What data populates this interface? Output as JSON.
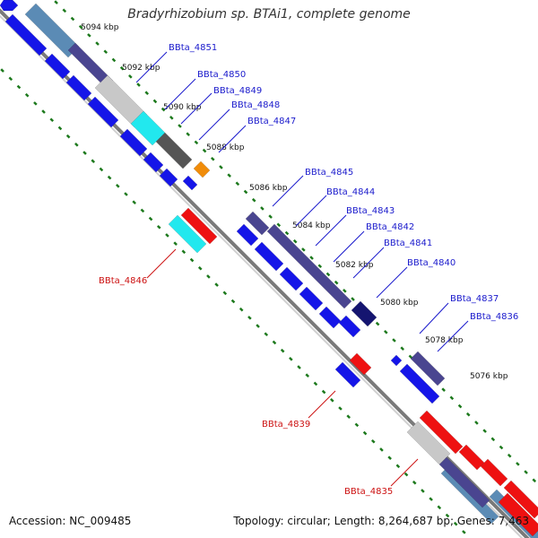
{
  "title": "Bradyrhizobium sp. BTAi1, complete genome",
  "footer": {
    "accession": "Accession: NC_009485",
    "summary": "Topology: circular; Length: 8,264,687 bp; Genes: 7,463"
  },
  "ticks": [
    {
      "label": "5094 kbp"
    },
    {
      "label": "5092 kbp"
    },
    {
      "label": "5090 kbp"
    },
    {
      "label": "5088 kbp"
    },
    {
      "label": "5086 kbp"
    },
    {
      "label": "5084 kbp"
    },
    {
      "label": "5082 kbp"
    },
    {
      "label": "5080 kbp"
    },
    {
      "label": "5078 kbp"
    },
    {
      "label": "5076 kbp"
    }
  ],
  "gene_labels": [
    {
      "label": "BBta_4851",
      "strand": "forward"
    },
    {
      "label": "BBta_4850",
      "strand": "forward"
    },
    {
      "label": "BBta_4849",
      "strand": "forward"
    },
    {
      "label": "BBta_4848",
      "strand": "forward"
    },
    {
      "label": "BBta_4847",
      "strand": "forward"
    },
    {
      "label": "BBta_4845",
      "strand": "forward"
    },
    {
      "label": "BBta_4844",
      "strand": "forward"
    },
    {
      "label": "BBta_4843",
      "strand": "forward"
    },
    {
      "label": "BBta_4842",
      "strand": "forward"
    },
    {
      "label": "BBta_4841",
      "strand": "forward"
    },
    {
      "label": "BBta_4840",
      "strand": "forward"
    },
    {
      "label": "BBta_4837",
      "strand": "forward"
    },
    {
      "label": "BBta_4836",
      "strand": "forward"
    },
    {
      "label": "BBta_4846",
      "strand": "reverse"
    },
    {
      "label": "BBta_4839",
      "strand": "reverse"
    },
    {
      "label": "BBta_4835",
      "strand": "reverse"
    }
  ],
  "colors": {
    "forward_label": "#1a1acc",
    "reverse_label": "#cc1111",
    "cds_forward": "#1515e8",
    "cds_reverse": "#ee1111",
    "backbone": "#7a7a7a",
    "gc_skew": "#1e7a1e",
    "dark_purple": "#4a4590",
    "steel_blue": "#5b8bb5",
    "cyan": "#22e8ee",
    "gray": "#c8c8c8",
    "dark_gray": "#555555",
    "orange": "#f08c0a",
    "navy": "#151570"
  }
}
